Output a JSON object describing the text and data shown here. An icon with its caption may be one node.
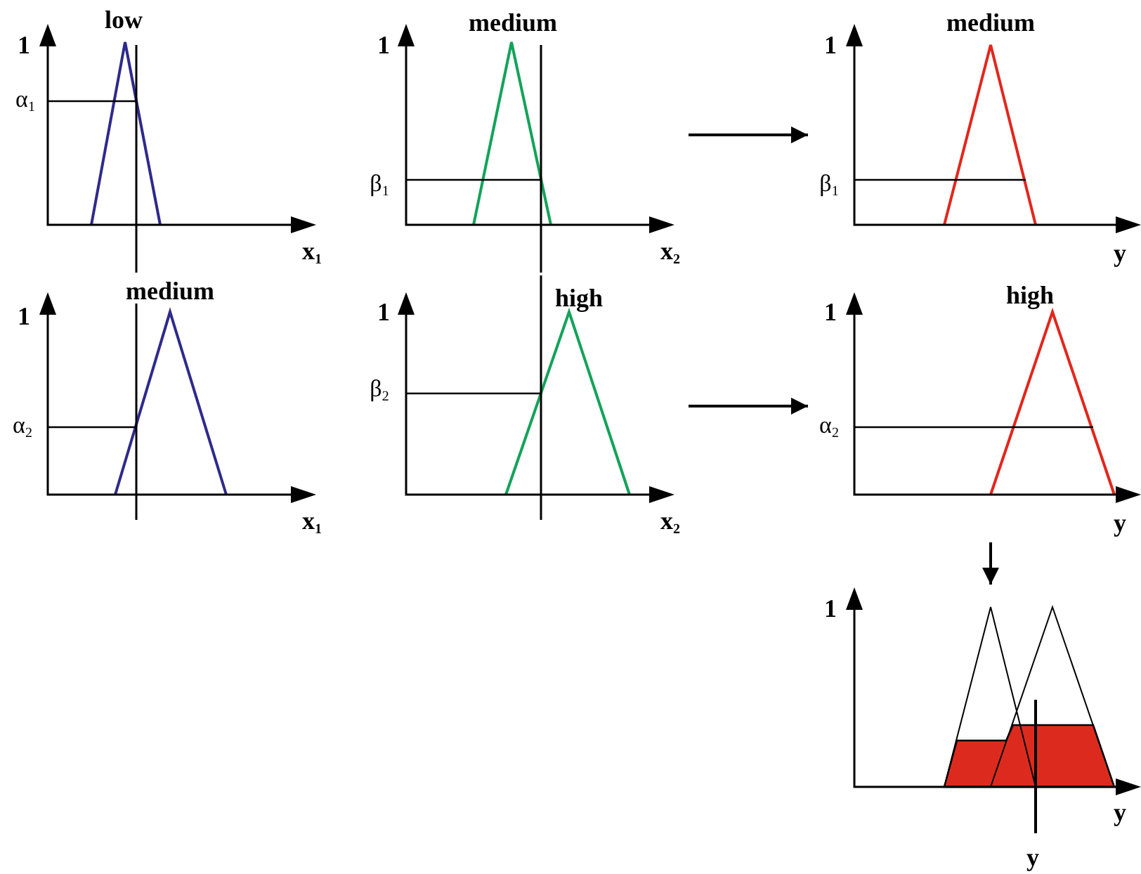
{
  "diagram": {
    "nodes": [
      {
        "text": [
          "low",
          "1",
          "α$_{1}$",
          "x$_{1}$"
        ]
      },
      {
        "text": [
          "medium",
          "1",
          "β$_{1}$",
          "x$_{2}$"
        ]
      },
      {
        "text": [
          "medium",
          "1",
          "β$_{1}$",
          "y"
        ]
      },
      {
        "text": [
          "medium",
          "1",
          "α$_{2}$",
          "x$_{1}$"
        ]
      },
      {
        "text": [
          "high",
          "1",
          "β$_{2}$",
          "x$_{2}$"
        ]
      },
      {
        "text": [
          "high",
          "1",
          "α$_{2}$",
          "y"
        ]
      },
      {
        "text": [
          "1",
          "y",
          "y"
        ]
      }
    ],
    "edges": [
      {
        "from": 1,
        "to": 2,
        "arrow": "to"
      },
      {
        "from": 4,
        "to": 5,
        "arrow": "to"
      },
      {
        "from": 5,
        "to": 6,
        "arrow": "to"
      }
    ]
  }
}
